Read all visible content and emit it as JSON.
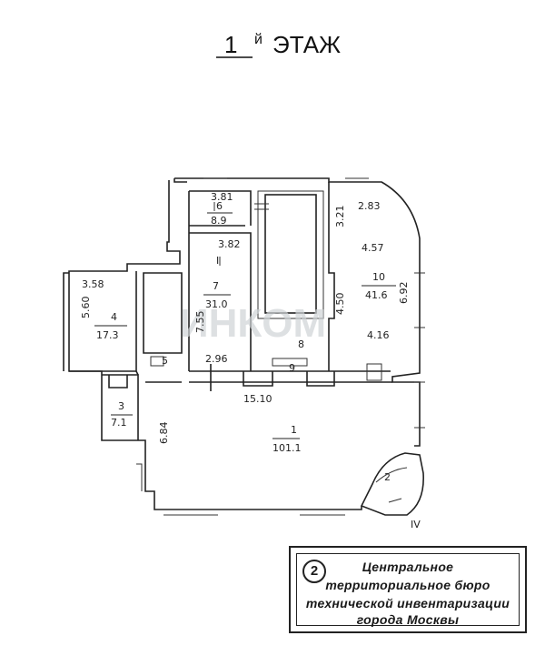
{
  "title": {
    "number": "1",
    "suffix": "й",
    "label": "ЭТАЖ"
  },
  "watermark": "ИНКОМ",
  "rooms": [
    {
      "id": "1",
      "area": "101.1"
    },
    {
      "id": "2",
      "area": ""
    },
    {
      "id": "3",
      "area": "7.1"
    },
    {
      "id": "4",
      "area": "17.3"
    },
    {
      "id": "5",
      "area": ""
    },
    {
      "id": "6",
      "area": "8.9"
    },
    {
      "id": "7",
      "area": "31.0"
    },
    {
      "id": "8",
      "area": ""
    },
    {
      "id": "9",
      "area": ""
    },
    {
      "id": "10",
      "area": "41.6"
    }
  ],
  "dimensions": [
    "3.81",
    "3.82",
    "3.58",
    "5.60",
    "7.55",
    "2.96",
    "15.10",
    "6.84",
    "3.21",
    "2.83",
    "4.57",
    "6.92",
    "4.50",
    "4.16",
    "I"
  ],
  "marker": "IV",
  "stamp": {
    "number": "2",
    "lines": [
      "Центральное",
      "территориальное бюро",
      "технической инвентаризации",
      "города Москвы"
    ]
  }
}
